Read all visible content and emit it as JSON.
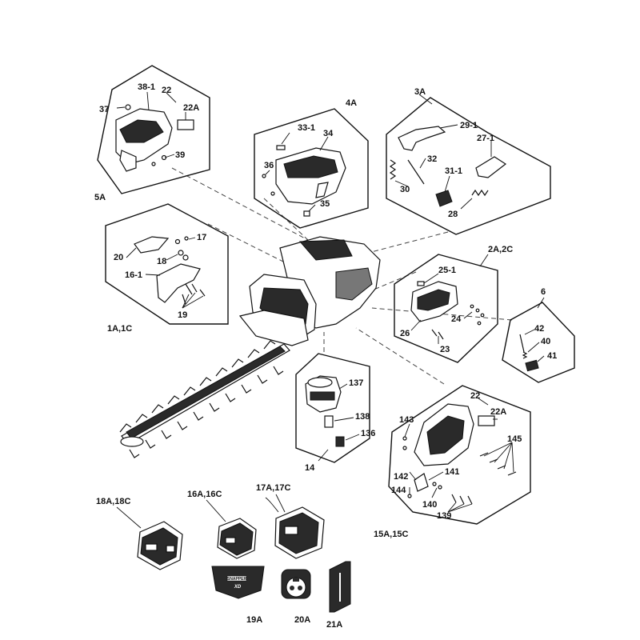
{
  "labels": {
    "l_37": "37",
    "l_38_1": "38-1",
    "l_22_top": "22",
    "l_22a_top": "22A",
    "l_39": "39",
    "l_5a": "5A",
    "l_4a": "4A",
    "l_33_1": "33-1",
    "l_34": "34",
    "l_36": "36",
    "l_35": "35",
    "l_3a": "3A",
    "l_29_1": "29-1",
    "l_27_1": "27-1",
    "l_32": "32",
    "l_30": "30",
    "l_31_1": "31-1",
    "l_28": "28",
    "l_17": "17",
    "l_20": "20",
    "l_18": "18",
    "l_16_1": "16-1",
    "l_19": "19",
    "l_1a1c": "1A,1C",
    "l_2a2c": "2A,2C",
    "l_25_1": "25-1",
    "l_24": "24",
    "l_26": "26",
    "l_23": "23",
    "l_6": "6",
    "l_42": "42",
    "l_40": "40",
    "l_41": "41",
    "l_137": "137",
    "l_138": "138",
    "l_136": "136",
    "l_14": "14",
    "l_22_bot": "22",
    "l_22a_bot": "22A",
    "l_143": "143",
    "l_145": "145",
    "l_142": "142",
    "l_141": "141",
    "l_144": "144",
    "l_140": "140",
    "l_139": "139",
    "l_15a15c": "15A,15C",
    "l_18a18c": "18A,18C",
    "l_16a16c": "16A,16C",
    "l_17a17c": "17A,17C",
    "l_19a": "19A",
    "l_20a": "20A",
    "l_21a": "21A"
  },
  "decal_text": {
    "brand": "SNAPPER",
    "model": "XD"
  }
}
